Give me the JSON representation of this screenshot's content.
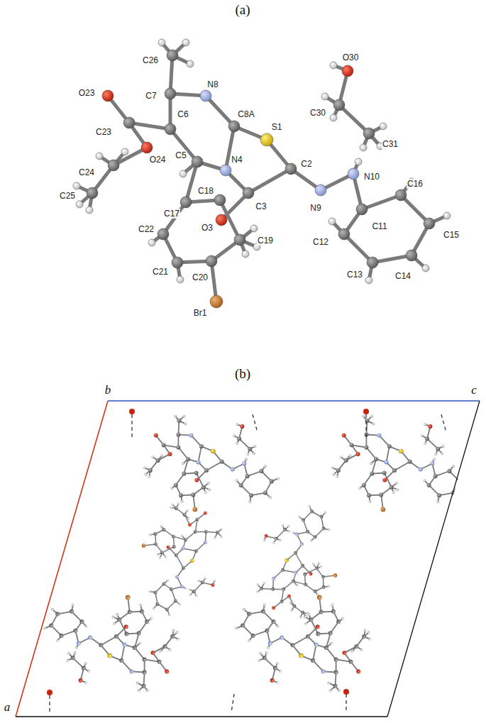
{
  "diagram": {
    "labels": [
      "(a)",
      "C26",
      "O23",
      "C7",
      "N8",
      "O30",
      "C8A",
      "S1",
      "C30",
      "C23",
      "C6",
      "C31",
      "N4",
      "C24",
      "O24",
      "C5",
      "C2",
      "C18",
      "N10",
      "C25",
      "C17",
      "C3",
      "N9",
      "C16",
      "C22",
      "O3",
      "C19",
      "C11",
      "C15",
      "C12",
      "C21",
      "C20",
      "C14",
      "C13",
      "Br1",
      "(b)",
      "b",
      "c",
      "a"
    ]
  }
}
